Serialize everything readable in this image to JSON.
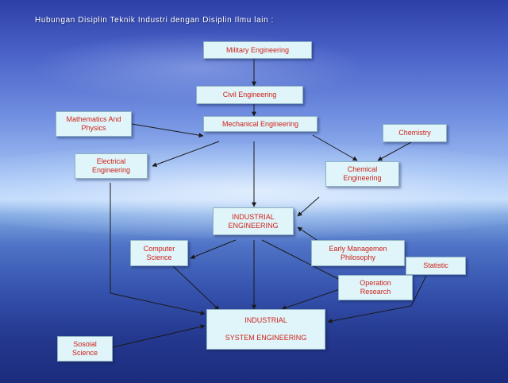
{
  "title": "Hubungan Disiplin Teknik Industri dengan Disiplin Ilmu lain :",
  "colors": {
    "box_fill": "#dff5f9",
    "box_text": "#d0201a",
    "title_text": "#ffffff",
    "arrow": "#1a1a1a"
  },
  "nodes": {
    "military": "Military Engineering",
    "civil": "Civil Engineering",
    "mechanical": "Mechanical Engineering",
    "math_physics": "Mathematics And\nPhysics",
    "chemistry": "Chemistry",
    "electrical": "Electrical\nEngineering",
    "chemical": "Chemical\nEngineering",
    "industrial": "INDUSTRIAL\nENGINEERING",
    "computer": "Computer\nScience",
    "early_mgmt": "Early Managemen\nPhilosophy",
    "statistic": "Statistic",
    "operation": "Operation\nResearch",
    "ise": "INDUSTRIAL\n\nSYSTEM ENGINEERING",
    "social": "Sosoial\nScience"
  }
}
